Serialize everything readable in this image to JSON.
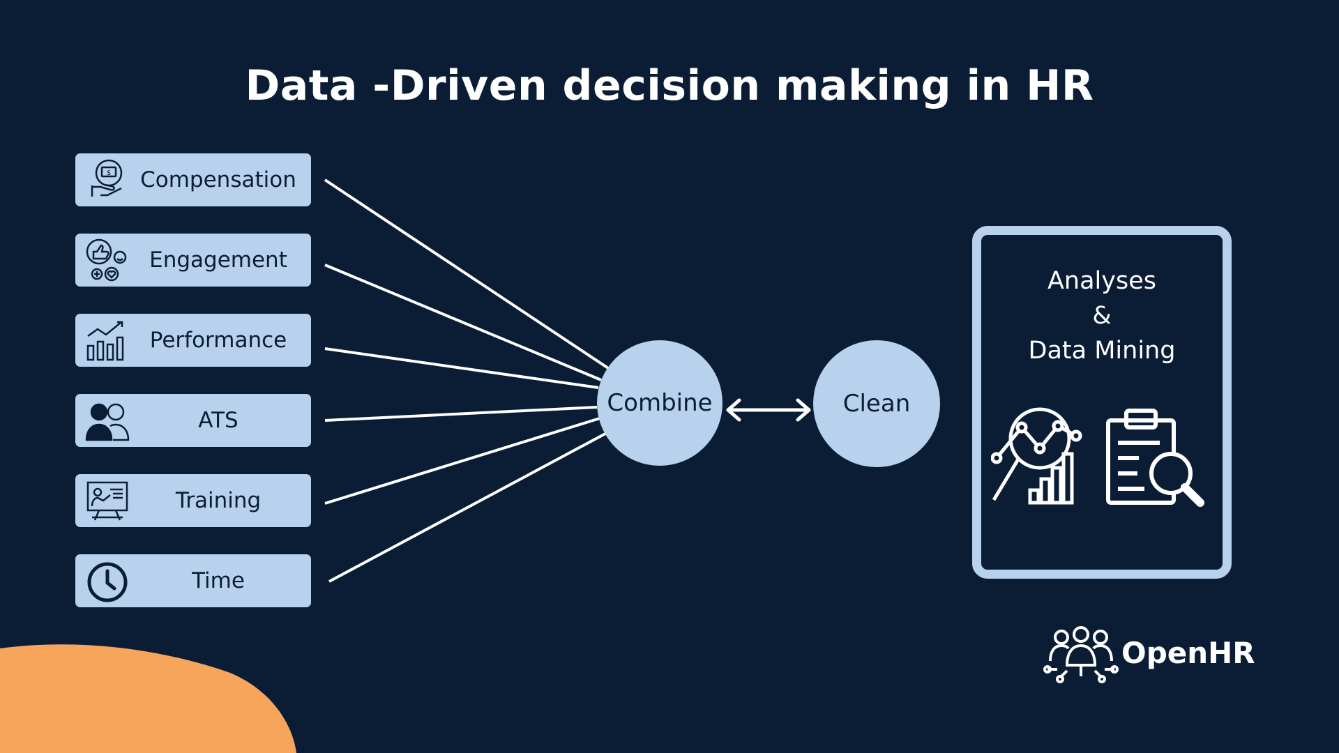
{
  "title": "Data -Driven decision making in HR",
  "sources": [
    {
      "label": "Compensation",
      "icon": "hand-money-icon"
    },
    {
      "label": "Engagement",
      "icon": "thumbs-up-emoji-icon"
    },
    {
      "label": "Performance",
      "icon": "bar-chart-growth-icon"
    },
    {
      "label": "ATS",
      "icon": "people-icon"
    },
    {
      "label": "Training",
      "icon": "presentation-board-icon"
    },
    {
      "label": "Time",
      "icon": "clock-icon"
    }
  ],
  "nodes": {
    "combine": "Combine",
    "clean": "Clean"
  },
  "panel": {
    "line1": "Analyses",
    "line2": "&",
    "line3": "Data Mining",
    "icons": [
      "analytics-chart-icon",
      "clipboard-search-icon"
    ]
  },
  "brand": {
    "name": "OpenHR",
    "icon": "team-network-icon"
  },
  "colors": {
    "background": "#0b1d35",
    "box_fill": "#b8d2ee",
    "text_dark": "#0b1d35",
    "text_light": "#ffffff",
    "accent_blob": "#f7a55b"
  }
}
